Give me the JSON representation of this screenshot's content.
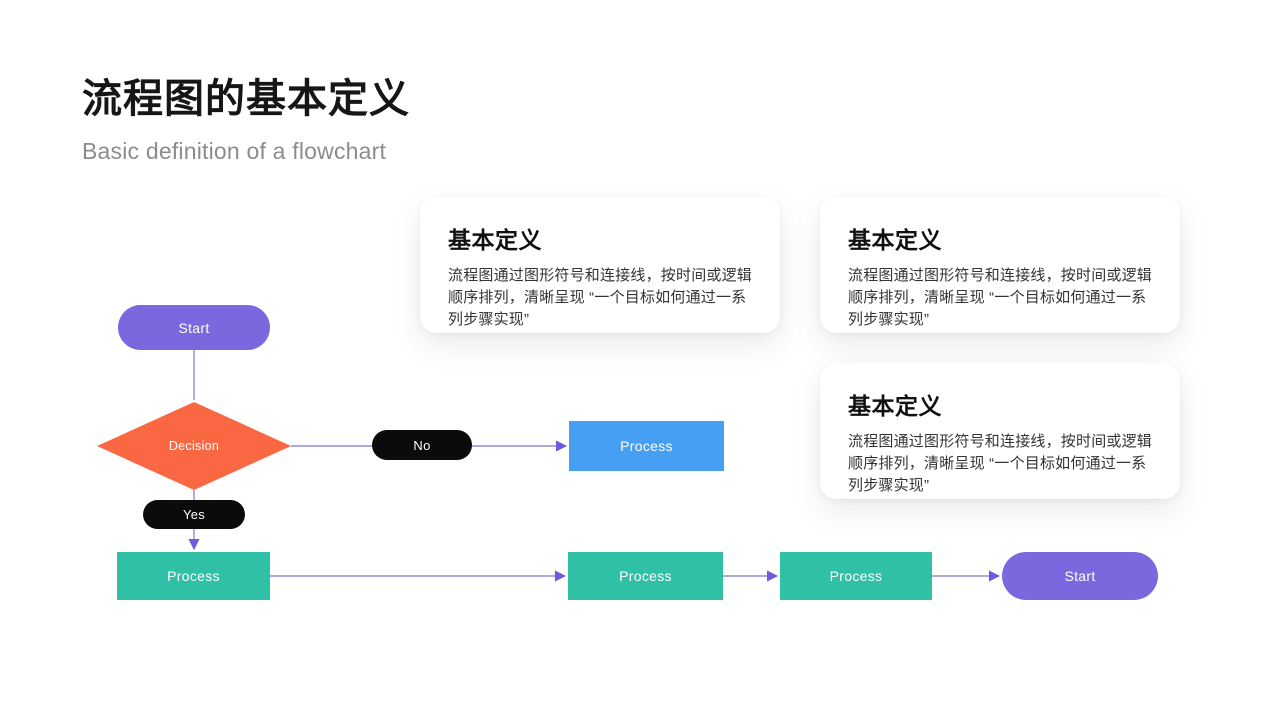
{
  "header": {
    "title": "流程图的基本定义",
    "subtitle": "Basic definition of a flowchart"
  },
  "cards": [
    {
      "title": "基本定义",
      "body": "流程图通过图形符号和连接线，按时间或逻辑顺序排列，清晰呈现 “一个目标如何通过一系列步骤实现”"
    },
    {
      "title": "基本定义",
      "body": "流程图通过图形符号和连接线，按时间或逻辑顺序排列，清晰呈现 “一个目标如何通过一系列步骤实现”"
    },
    {
      "title": "基本定义",
      "body": "流程图通过图形符号和连接线，按时间或逻辑顺序排列，清晰呈现 “一个目标如何通过一系列步骤实现”"
    }
  ],
  "flowchart": {
    "nodes": {
      "start_top": "Start",
      "decision": "Decision",
      "no_label": "No",
      "yes_label": "Yes",
      "process_blue": "Process",
      "process_teal_1": "Process",
      "process_teal_2": "Process",
      "process_teal_3": "Process",
      "start_end": "Start"
    }
  },
  "colors": {
    "start_pill": "#7b68de",
    "decision_diamond": "#fa6743",
    "process_blue": "#479ff3",
    "process_teal": "#2fc0a6",
    "label_pill": "#0b0b0b",
    "connector_line": "#928cd4",
    "connector_arrow": "#6b5be0",
    "title_text": "#161616",
    "subtitle_text": "#8c8c8c"
  }
}
